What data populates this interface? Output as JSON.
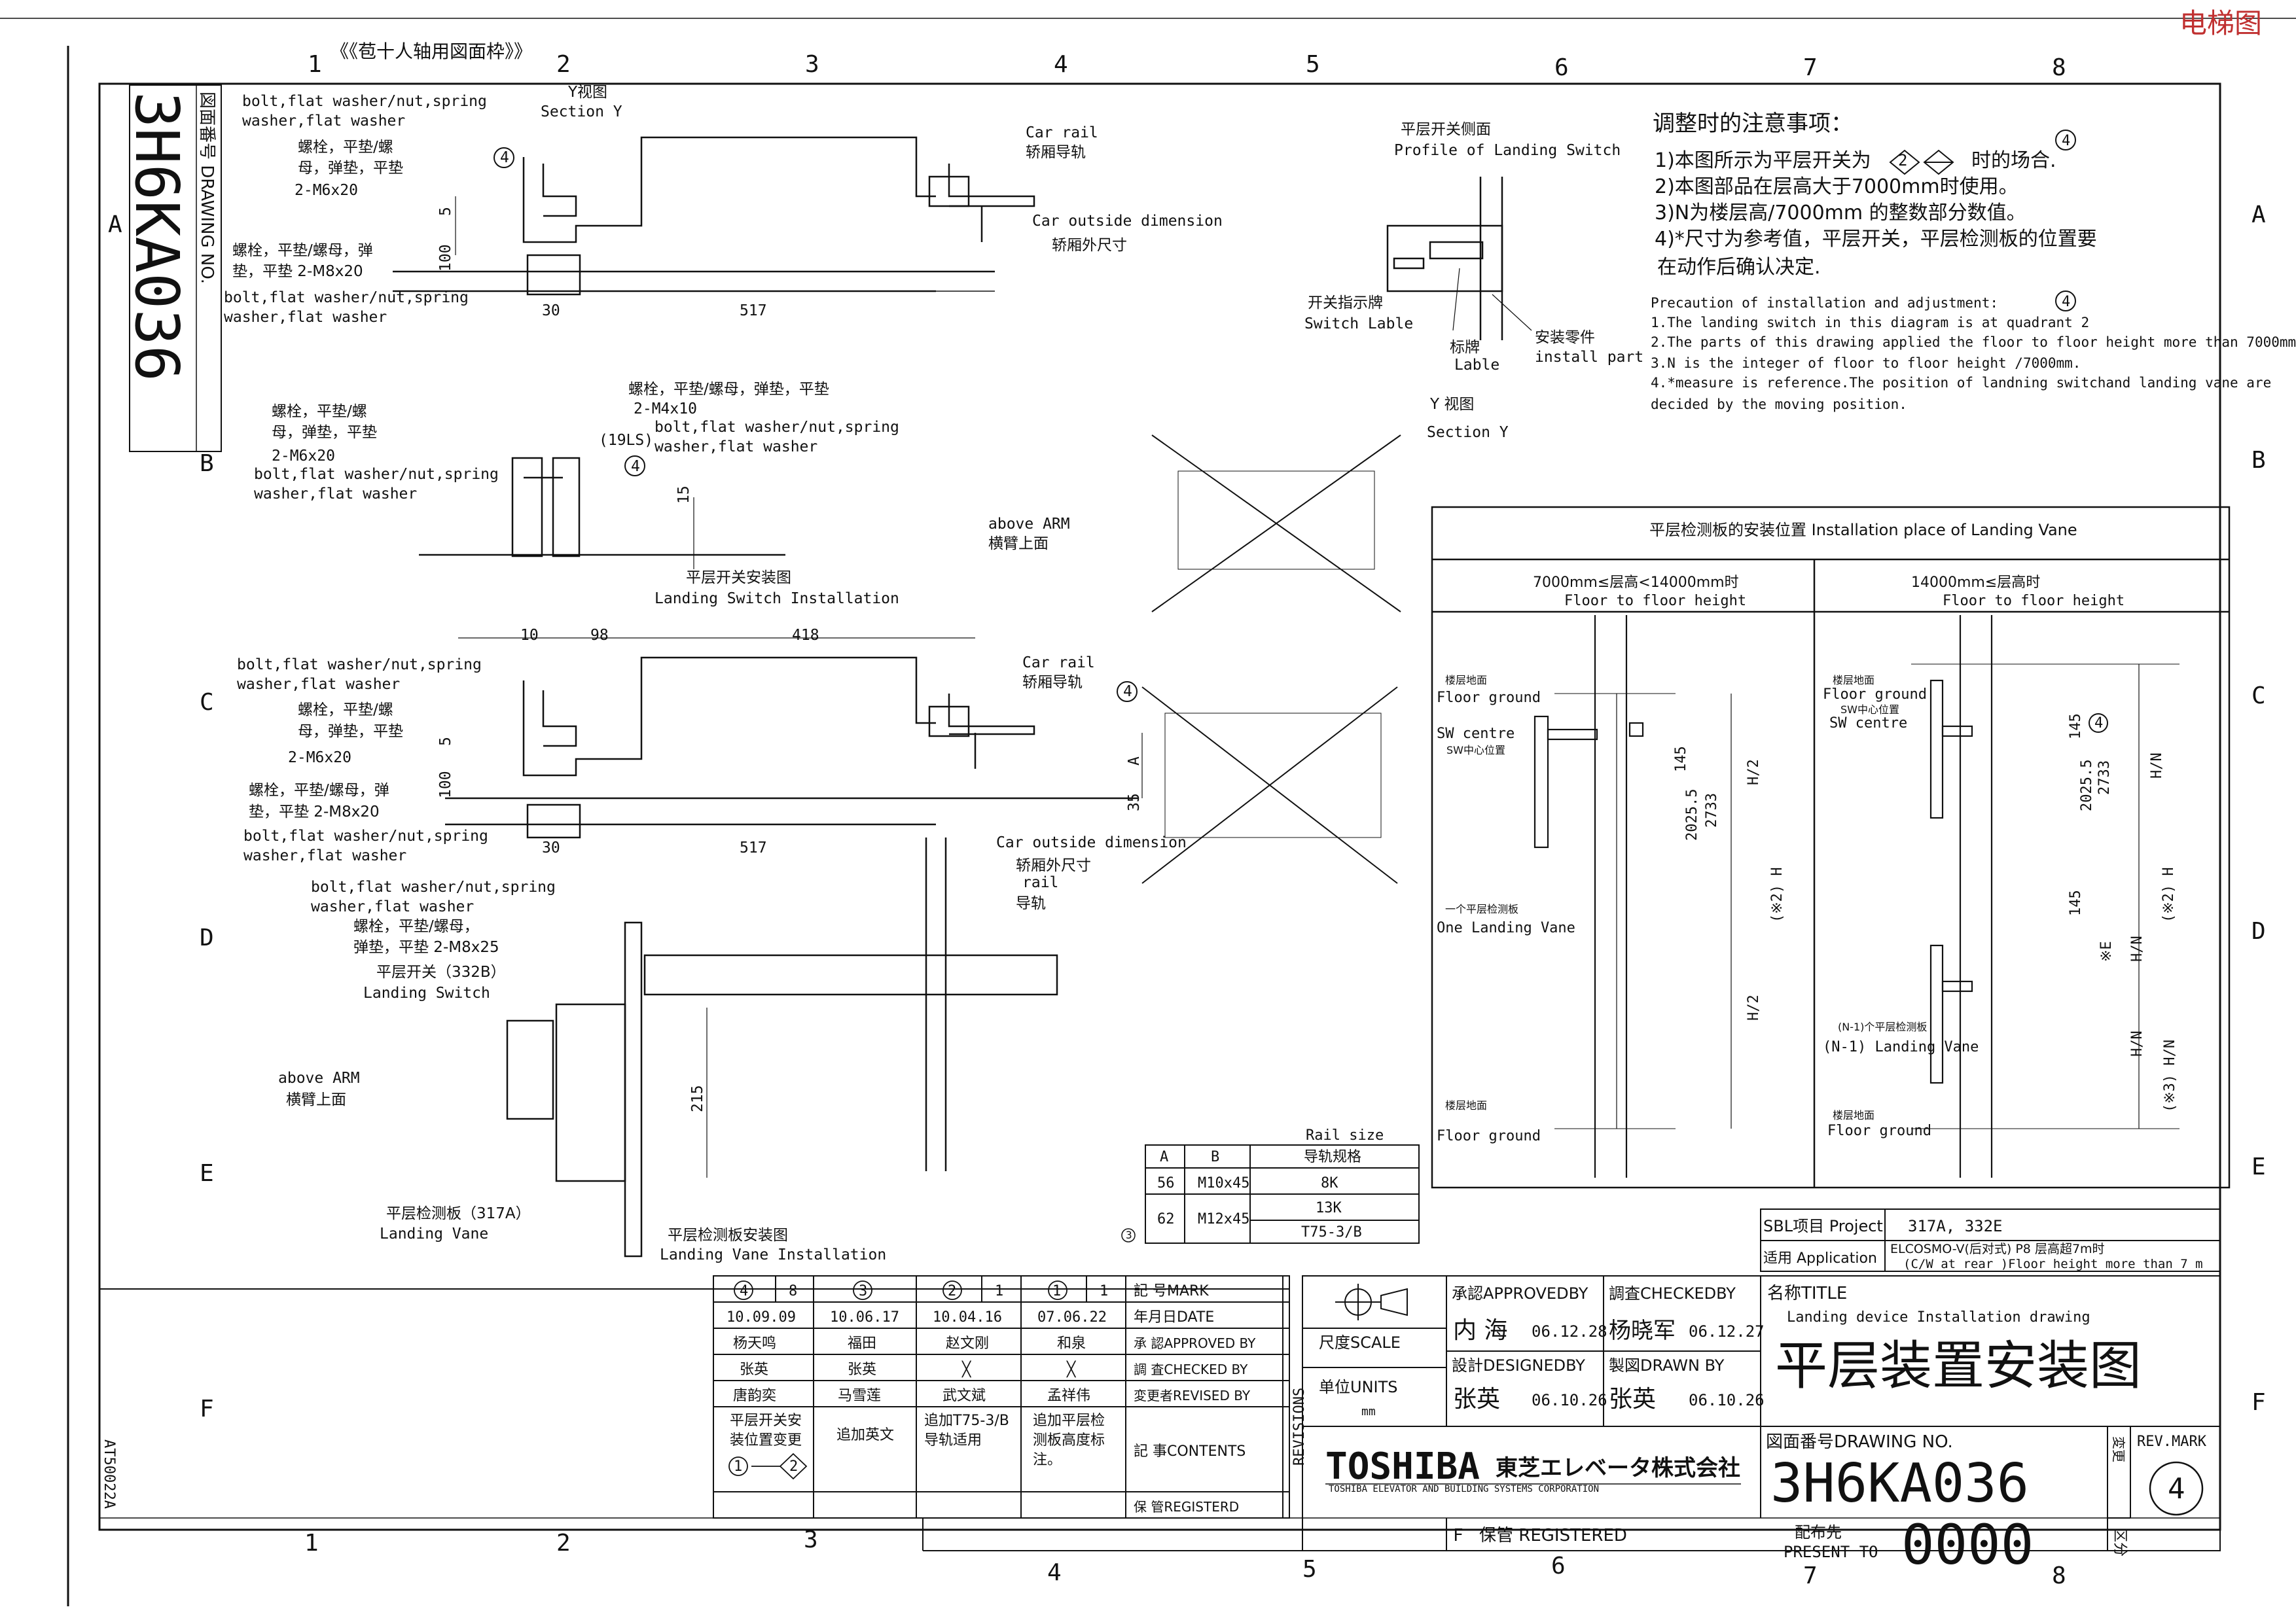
{
  "watermark": "电梯图",
  "header_note": "《《苞十人轴用図面枠》》",
  "grid": {
    "cols_top": [
      "1",
      "2",
      "3",
      "4",
      "5",
      "6",
      "7",
      "8"
    ],
    "cols_bottom": [
      "1",
      "2",
      "3",
      "4",
      "5",
      "6",
      "7",
      "8"
    ],
    "rows": [
      "A",
      "B",
      "C",
      "D",
      "E",
      "F"
    ]
  },
  "side_code": "AT50022A",
  "left_stamp": {
    "label": "図面番号 DRAWING NO.",
    "number": "3H6KA036"
  },
  "view_a": {
    "section_label_cn": "Y视图",
    "section_label_en": "Section Y",
    "bolt1_en1": "bolt,flat washer/nut,spring",
    "bolt1_en2": "washer,flat washer",
    "bolt1_cn1": "螺栓，平垫/螺",
    "bolt1_cn2": "母，弹垫，平垫",
    "bolt1_spec": "2-M6x20",
    "bolt2_cn1": "螺栓，平垫/螺母，弹",
    "bolt2_cn2": "垫，平垫 2-M8x20",
    "bolt2_en1": "bolt,flat washer/nut,spring",
    "bolt2_en2": "washer,flat washer",
    "rail_en": "Car rail",
    "rail_cn": "轿厢导轨",
    "outside_en": "Car outside dimension",
    "outside_cn": "轿厢外尺寸",
    "dim_100": "100",
    "dim_5": "5",
    "dim_30": "30",
    "dim_517": "517",
    "rev_mark": "4"
  },
  "view_b": {
    "bolt1_cn1": "螺栓，平垫/螺",
    "bolt1_cn2": "母，弹垫，平垫",
    "bolt1_spec": "2-M6x20",
    "bolt1_en1": "bolt,flat washer/nut,spring",
    "bolt1_en2": "washer,flat washer",
    "bolt2_cn": "螺栓，平垫/螺母，弹垫，平垫",
    "bolt2_spec": "2-M4x10",
    "bolt2_en1": "bolt,flat washer/nut,spring",
    "bolt2_en2": "washer,flat washer",
    "part": "(19LS)",
    "dim_15": "15",
    "arm_en": "above ARM",
    "arm_cn": "横臂上面",
    "title_cn": "平层开关安装图",
    "title_en": "Landing Switch Installation",
    "rev_mark": "4"
  },
  "view_c": {
    "dim_10": "10",
    "dim_98": "98",
    "dim_418": "418",
    "bolt1_en1": "bolt,flat washer/nut,spring",
    "bolt1_en2": "washer,flat washer",
    "bolt1_cn1": "螺栓，平垫/螺",
    "bolt1_cn2": "母，弹垫，平垫",
    "bolt1_spec": "2-M6x20",
    "bolt2_cn1": "螺栓，平垫/螺母，弹",
    "bolt2_cn2": "垫，平垫 2-M8x20",
    "bolt2_en1": "bolt,flat washer/nut,spring",
    "bolt2_en2": "washer,flat washer",
    "rail_en": "Car rail",
    "rail_cn": "轿厢导轨",
    "outside_en": "Car outside dimension",
    "outside_cn": "轿厢外尺寸",
    "dim_100": "100",
    "dim_5": "5",
    "dim_30": "30",
    "dim_517": "517",
    "dim_35": "35",
    "dim_a": "A",
    "rev_mark": "4"
  },
  "view_d": {
    "bolt_en1": "bolt,flat washer/nut,spring",
    "bolt_en2": "washer,flat washer",
    "bolt_cn1": "螺栓，平垫/螺母，",
    "bolt_cn2": "弹垫，平垫 2-M8x25",
    "switch_cn": "平层开关（332B）",
    "switch_en": "Landing Switch",
    "arm_en": "above ARM",
    "arm_cn": "横臂上面",
    "rail_en": "rail",
    "rail_cn": "导轨",
    "dim_215": "215",
    "vane_cn": "平层检测板（317A）",
    "vane_en": "Landing Vane",
    "title_cn": "平层检测板安装图",
    "title_en": "Landing Vane Installation"
  },
  "rail_table": {
    "caption_en": "Rail size",
    "headers": [
      "A",
      "B",
      "导轨规格"
    ],
    "rows": [
      [
        "56",
        "M10x45",
        "8K"
      ],
      [
        "62",
        "M12x45",
        "13K"
      ],
      [
        "",
        "",
        "T75-3/B"
      ]
    ],
    "rev_mark": "3"
  },
  "profile": {
    "title_cn": "平层开关侧面",
    "title_en": "Profile of Landing Switch",
    "switch_label_cn": "开关指示牌",
    "switch_label_en": "Switch Lable",
    "lable_cn": "标牌",
    "lable_en": "Lable",
    "install_cn": "安装零件",
    "install_en": "install part",
    "section_cn": "Y 视图",
    "section_en": "Section Y"
  },
  "notes_cn": {
    "title": "调整时的注意事项：",
    "n1": "1)本图所示为平层开关为",
    "n1_tail": "时的场合.",
    "n2": "2)本图部品在层高大于7000mm时使用。",
    "n3": "3)N为楼层高/7000mm 的整数部分数值。",
    "n4": "4)*尺寸为参考值，平层开关，平层检测板的位置要",
    "n5": "在动作后确认决定.",
    "quadrant1": "2",
    "rev_mark": "4"
  },
  "notes_en": {
    "title": "Precaution of installation and adjustment:",
    "n1": "1.The landing switch in this diagram is at quadrant 2",
    "n2": "2.The parts of this drawing  applied the floor to floor height more than 7000mm",
    "n3": "3.N is the integer of floor to floor height /7000mm.",
    "n4": "4.*measure is reference.The position of landning switchand landing vane are",
    "n5": "decided by the moving position.",
    "rev_mark": "4"
  },
  "vane_panel": {
    "title": "平层检测板的安装位置  Installation place of Landing Vane",
    "col1_cn": "7000mm≤层高<14000mm时",
    "col1_en": "Floor to floor height",
    "col2_cn": "14000mm≤层高时",
    "col2_en": "Floor to floor height",
    "floor_ground_cn": "楼层地面",
    "floor_ground_en": "Floor ground",
    "sw_centre_en": "SW centre",
    "sw_centre_cn": "SW中心位置",
    "one_vane_cn": "一个平层检测板",
    "one_vane_en": "One Landing Vane",
    "n1_vane_cn": "(N-1)个平层检测板",
    "n1_vane_en": "(N-1) Landing Vane",
    "dim_145": "145",
    "dim_2025": "2025.5",
    "dim_2733": "2733",
    "dim_h2": "H/2",
    "dim_h": "(※2) H",
    "dim_hn": "H/N",
    "dim_e": "※E",
    "dim_3hn": "(※3) H/N",
    "rev_mark": "4"
  },
  "project": {
    "project_label": "SBL项目 Project",
    "project_value": "317A, 332E",
    "app_label": "适用 Application",
    "app_value1": "ELCOSMO-V(后对式) P8  层高超7m时",
    "app_value2": "(C/W at rear )Floor height more than 7 m"
  },
  "revisions": {
    "marks": [
      "4",
      "8",
      "3",
      "2",
      "1",
      "1",
      "1"
    ],
    "dates": [
      "10.09.09",
      "10.06.17",
      "10.04.16",
      "07.06.22"
    ],
    "approved": [
      "杨天鸣",
      "福田",
      "赵文刚",
      "和泉"
    ],
    "checked": [
      "张英",
      "张英",
      "╳",
      "╳"
    ],
    "revised": [
      "唐韵奕",
      "马雪莲",
      "武文斌",
      "孟祥伟"
    ],
    "contents": [
      [
        "平层开关安",
        "装位置变更"
      ],
      [
        "追加英文"
      ],
      [
        "追加T75-3/B",
        "导轨适用"
      ],
      [
        "追加平层检",
        "测板高度标",
        "注。"
      ]
    ],
    "contents_change_a": "1",
    "contents_change_b": "2",
    "label_mark": "記  号MARK",
    "label_date": "年月日DATE",
    "label_approved": "承  認APPROVED BY",
    "label_checked": "調  査CHECKED BY",
    "label_revised": "変更者REVISED BY",
    "label_contents": "記  事CONTENTS",
    "label_registered": "保  管REGISTERD",
    "label_revisions": "REVISIONS"
  },
  "titleblock": {
    "scale_label": "尺度SCALE",
    "units_label": "单位UNITS",
    "units_value": "mm",
    "approved_label": "承認APPROVEDBY",
    "approved_name": "内  海",
    "approved_date": "06.12.28",
    "checked_label": "調査CHECKEDBY",
    "checked_name": "杨晓军",
    "checked_date": "06.12.27",
    "designed_label": "設計DESIGNEDBY",
    "designed_name": "张英",
    "designed_date": "06.10.26",
    "drawn_label": "製図DRAWN BY",
    "drawn_name": "张英",
    "drawn_date": "06.10.26",
    "title_label": "名称TITLE",
    "title_en": "Landing device Installation drawing",
    "title_cn": "平层装置安装图",
    "company": "TOSHIBA",
    "company_jp": "東芝エレベータ株式会社",
    "company_sub": "TOSHIBA ELEVATOR AND BUILDING SYSTEMS CORPORATION",
    "drawing_no_label": "図面番号DRAWING  NO.",
    "drawing_no": "3H6KA036",
    "rev_mark_label": "REV.MARK",
    "rev_change_label": "変更",
    "rev_value": "4",
    "registered_label": "保管 REGISTERED",
    "f_label": "F",
    "present_label_cn": "配布先",
    "present_label_en": "PRESENT TO",
    "present_value": "0000",
    "division": "区分"
  }
}
